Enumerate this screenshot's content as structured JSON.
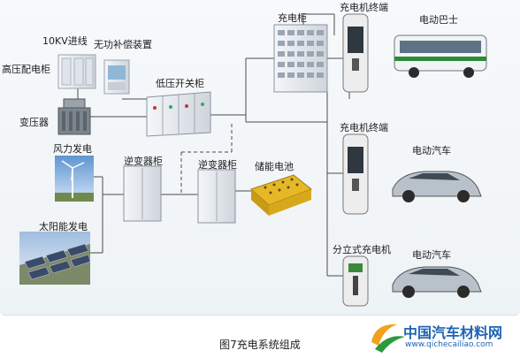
{
  "labels": {
    "kv_line": "10KV进线",
    "hv_cabinet": "高压配电柜",
    "reactive_comp": "无功补偿装置",
    "transformer": "变压器",
    "lv_switch": "低压开关柜",
    "wind": "风力发电",
    "inverter_1": "逆变器柜",
    "inverter_2": "逆变器柜",
    "storage": "储能电池",
    "solar": "太阳能发电",
    "charging_cabinet": "充电柜",
    "terminal_1": "充电机终端",
    "terminal_2": "充电机终端",
    "distributed_charger": "分立式充电机",
    "bus": "电动巴士",
    "car_1": "电动汽车",
    "car_2": "电动汽车"
  },
  "caption": "图7充电系统组成",
  "watermark": {
    "name": "中国汽车材料网",
    "url": "www.qichecailiao.com"
  },
  "colors": {
    "wire": "#4a4a4a",
    "cabinet": "#e6e9ee",
    "bus_body": "#f1f4f6",
    "bus_stripe": "#2e8a3a",
    "storage": "#e5b827",
    "solar": "#3a4a6b",
    "logo": "#1f63b5"
  }
}
